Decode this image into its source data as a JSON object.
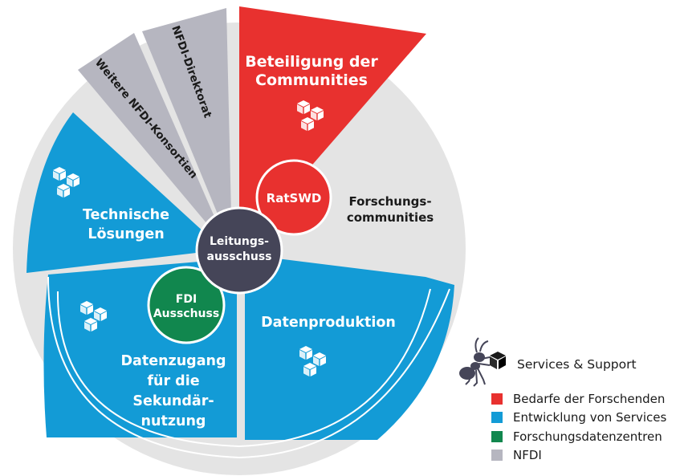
{
  "segments": {
    "beteiligung": [
      "Beteiligung der",
      "Communities"
    ],
    "forschungscommunities": [
      "Forschungs-",
      "communities"
    ],
    "datenproduktion": [
      "Datenproduktion"
    ],
    "datenzugang": [
      "Datenzugang",
      "für die",
      "Sekundär-",
      "nutzung"
    ],
    "technische": [
      "Technische",
      "Lösungen"
    ],
    "konsortien": "Weitere NFDI-Konsortien",
    "direktorat": "NFDI-Direktorat"
  },
  "circles": {
    "ratswd": "RatSWD",
    "fdi": [
      "FDI",
      "Ausschuss"
    ],
    "leitung": [
      "Leitungs-",
      "ausschuss"
    ]
  },
  "legend": {
    "service_label": "Services & Support",
    "items": [
      {
        "label": "Bedarfe der Forschenden",
        "color": "#e8312f"
      },
      {
        "label": "Entwicklung von Services",
        "color": "#139bd6"
      },
      {
        "label": "Forschungsdatenzentren",
        "color": "#11874e"
      },
      {
        "label": "NFDI",
        "color": "#b6b6c0"
      }
    ]
  },
  "colors": {
    "red": "#e8312f",
    "blue": "#139bd6",
    "green": "#11874e",
    "gray": "#b6b6c0",
    "background_ring": "#e4e4e4",
    "dark_circle": "#454558",
    "icon": "services-cubes-icon"
  }
}
